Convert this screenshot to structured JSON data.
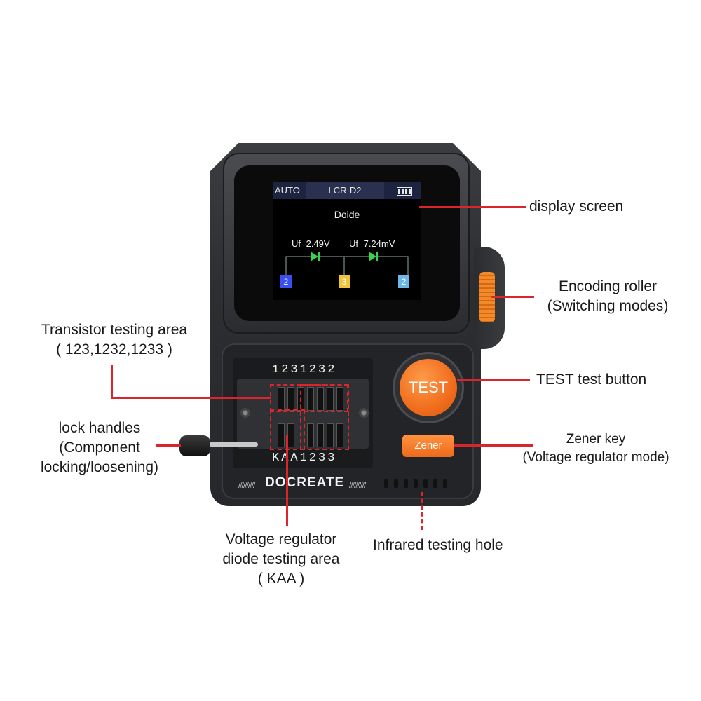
{
  "screen": {
    "mode": "AUTO",
    "model": "LCR-D2",
    "component": "Doide",
    "uf1": "Uf=2.49V",
    "uf2": "Uf=7.24mV",
    "pins": [
      {
        "label": "2",
        "color": "#3a4ff0"
      },
      {
        "label": "3",
        "color": "#f3c43a"
      },
      {
        "label": "2",
        "color": "#6ab7e8"
      }
    ],
    "diode_color": "#39d24a"
  },
  "device": {
    "socket_top_label": "1231232",
    "socket_bottom_label": "KAA1233",
    "test_button": "TEST",
    "zener_button": "Zener",
    "brand": "DOCREATE",
    "accent": "#f06d1c"
  },
  "annotations": {
    "display": "display screen",
    "roller_line1": "Encoding roller",
    "roller_line2": "(Switching modes)",
    "transistor_line1": "Transistor testing area",
    "transistor_line2": "( 123,1232,1233 )",
    "test_button": "TEST test button",
    "lock_line1": "lock handles",
    "lock_line2": "(Component",
    "lock_line3": "locking/loosening)",
    "zener_line1": "Zener key",
    "zener_line2": "(Voltage regulator mode)",
    "voltage_line1": "Voltage regulator",
    "voltage_line2": "diode testing area",
    "voltage_line3": "( KAA )",
    "infrared": "Infrared testing hole"
  },
  "callout_color": "#d9252b"
}
